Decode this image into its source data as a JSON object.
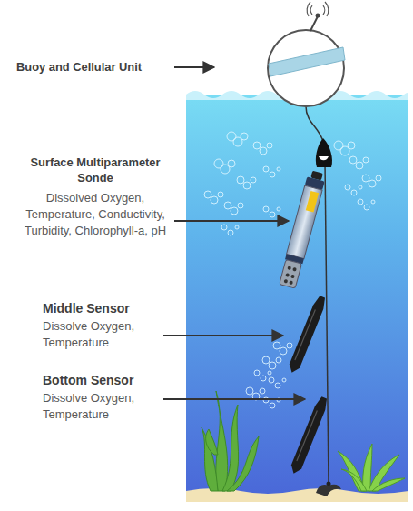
{
  "diagram": {
    "labels": [
      "Buoy and Cellular Unit",
      "Surface Multiparameter Sonde",
      "Dissolved Oxygen, Temperature, Conductivity, Turbidity, Chlorophyll-a, pH",
      "Middle Sensor",
      "Dissolve Oxygen, Temperature",
      "Bottom Sensor",
      "Dissolve Oxygen, Temperature"
    ]
  }
}
